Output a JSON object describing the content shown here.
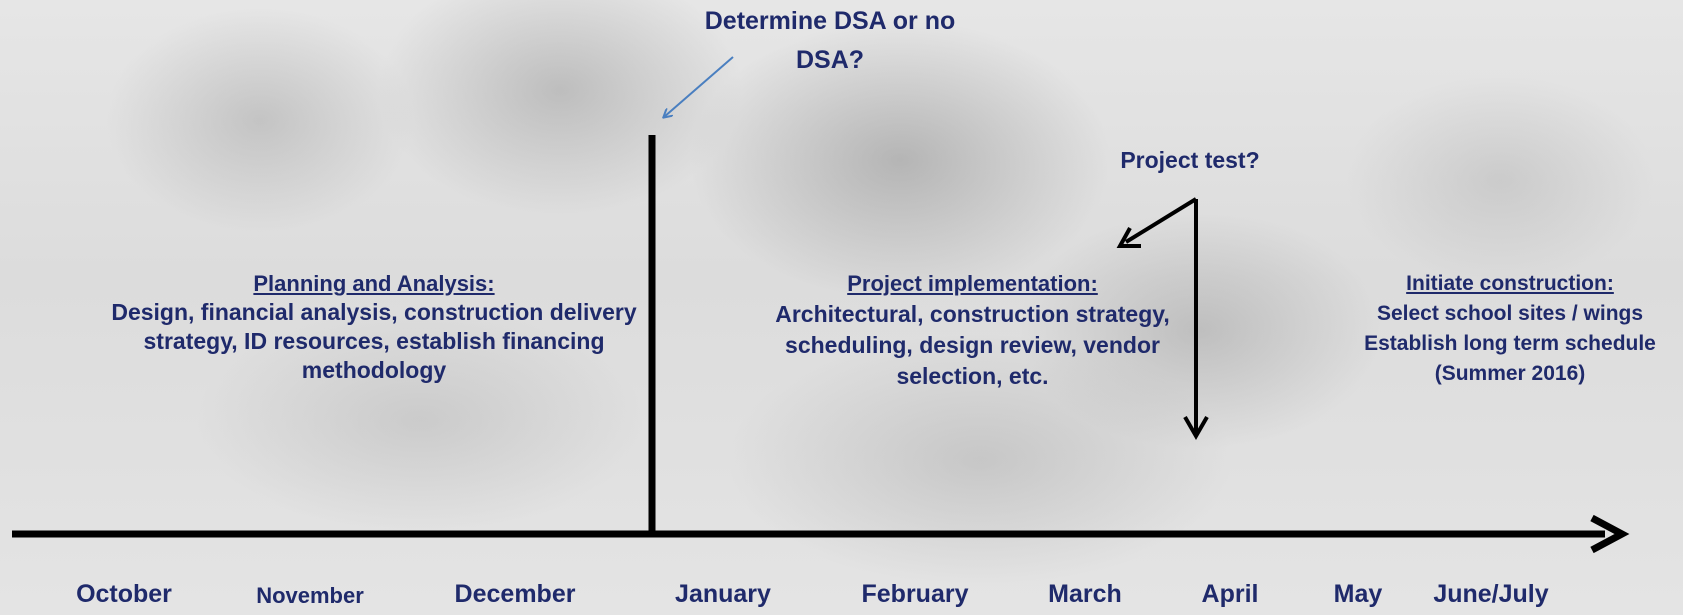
{
  "dsa_question": "Determine DSA or no DSA?",
  "project_test": "Project test?",
  "phases": [
    {
      "heading": "Planning and Analysis:",
      "body": "Design, financial analysis, construction delivery strategy, ID resources, establish financing methodology"
    },
    {
      "heading": "Project implementation:",
      "body": "Architectural, construction strategy, scheduling, design review, vendor selection, etc."
    },
    {
      "heading": "Initiate construction:",
      "lines": [
        "Select school sites / wings",
        "Establish long term schedule",
        "(Summer 2016)"
      ]
    }
  ],
  "months": [
    "October",
    "November",
    "December",
    "January",
    "February",
    "March",
    "April",
    "May",
    "June/July"
  ],
  "colors": {
    "text": "#1f2a6b",
    "timeline": "#000000",
    "pointer_arrow": "#4a7fc0"
  }
}
